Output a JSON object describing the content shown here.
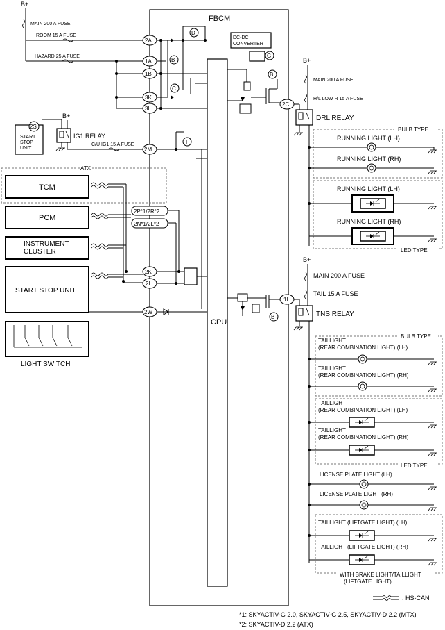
{
  "supply": {
    "bplus_top": "B+",
    "main_fuse": "MAIN 200 A FUSE",
    "room_fuse": "ROOM 15 A FUSE",
    "hazard_fuse": "HAZARD 25 A FUSE",
    "bplus_ig1": "B+",
    "cu_ig1_fuse": "C/U IG1 15 A FUSE",
    "ig1_relay": "IG1 RELAY",
    "start_stop_small": "START\nSTOP\nUNIT",
    "start_stop_conn": "2S"
  },
  "fbcm": {
    "title": "FBCM",
    "dcdc": "DC-DC\nCONVERTER",
    "cpu": "CPU"
  },
  "terminals": {
    "t2a": "2A",
    "t1a": "1A",
    "t1b": "1B",
    "t3k": "3K",
    "t3l": "3L",
    "t2m": "2M",
    "t2p": "2P*1/2R*2",
    "t2n": "2N*1/2L*2",
    "t2k": "2K",
    "t2i": "2I",
    "t2w": "2W",
    "t2c": "2C",
    "t1i": "1I"
  },
  "refs": {
    "d": "D",
    "b": "B",
    "g": "G",
    "c": "C",
    "i": "I"
  },
  "modules": {
    "atx": "ATX",
    "tcm": "TCM",
    "pcm": "PCM",
    "cluster": "INSTRUMENT\nCLUSTER",
    "ssu": "START STOP UNIT",
    "light_switch": "LIGHT SWITCH"
  },
  "drl": {
    "bplus": "B+",
    "main_fuse": "MAIN 200 A FUSE",
    "hl_fuse": "H/L LOW R 15 A FUSE",
    "relay": "DRL RELAY",
    "bulb_type": "BULB TYPE",
    "led_type": "LED TYPE",
    "running_lh": "RUNNING LIGHT (LH)",
    "running_rh": "RUNNING LIGHT (RH)"
  },
  "tns": {
    "bplus": "B+",
    "main_fuse": "MAIN 200 A FUSE",
    "tail_fuse": "TAIL 15 A FUSE",
    "relay": "TNS RELAY",
    "bulb_type": "BULB TYPE",
    "led_type": "LED TYPE",
    "taillight_lh": "TAILLIGHT\n(REAR COMBINATION LIGHT) (LH)",
    "taillight_rh": "TAILLIGHT\n(REAR COMBINATION LIGHT) (RH)",
    "license_lh": "LICENSE PLATE LIGHT (LH)",
    "license_rh": "LICENSE PLATE LIGHT (RH)",
    "liftgate_lh": "TAILLIGHT (LIFTGATE LIGHT) (LH)",
    "liftgate_rh": "TAILLIGHT (LIFTGATE LIGHT) (RH)",
    "with_brake": "WITH BRAKE LIGHT/TAILLIGHT\n(LIFTGATE LIGHT)"
  },
  "legend": {
    "hscan": ": HS-CAN",
    "note1": "*1: SKYACTIV-G 2.0, SKYACTIV-G 2.5, SKYACTIV-D 2.2 (MTX)",
    "note2": "*2: SKYACTIV-D 2.2 (ATX)"
  }
}
